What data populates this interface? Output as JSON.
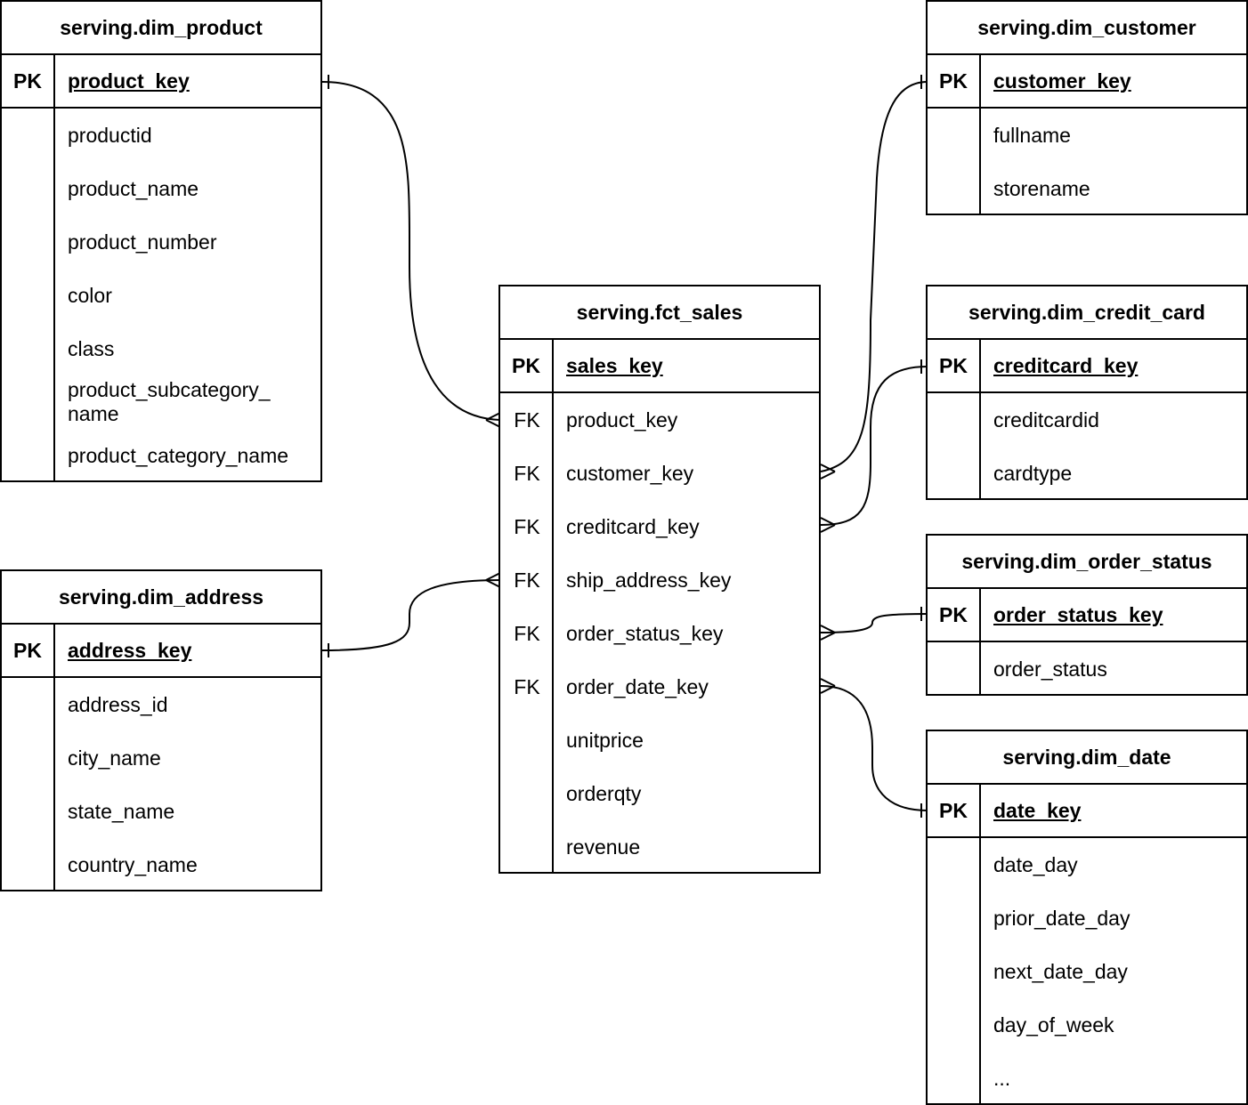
{
  "tables": {
    "dim_product": {
      "title": "serving.dim_product",
      "pk_marker": "PK",
      "pk": "product_key",
      "fields": [
        "productid",
        "product_name",
        "product_number",
        "color",
        "class",
        "product_subcategory_\nname",
        "product_category_name"
      ]
    },
    "dim_address": {
      "title": "serving.dim_address",
      "pk_marker": "PK",
      "pk": "address_key",
      "fields": [
        "address_id",
        "city_name",
        "state_name",
        "country_name"
      ]
    },
    "fct_sales": {
      "title": "serving.fct_sales",
      "pk_marker": "PK",
      "pk": "sales_key",
      "fk_marker": "FK",
      "fields": [
        "product_key",
        "customer_key",
        "creditcard_key",
        "ship_address_key",
        "order_status_key",
        "order_date_key",
        "unitprice",
        "orderqty",
        "revenue"
      ]
    },
    "dim_customer": {
      "title": "serving.dim_customer",
      "pk_marker": "PK",
      "pk": "customer_key",
      "fields": [
        "fullname",
        "storename"
      ]
    },
    "dim_credit_card": {
      "title": "serving.dim_credit_card",
      "pk_marker": "PK",
      "pk": "creditcard_key",
      "fields": [
        "creditcardid",
        "cardtype"
      ]
    },
    "dim_order_status": {
      "title": "serving.dim_order_status",
      "pk_marker": "PK",
      "pk": "order_status_key",
      "fields": [
        "order_status"
      ]
    },
    "dim_date": {
      "title": "serving.dim_date",
      "pk_marker": "PK",
      "pk": "date_key",
      "fields": [
        "date_day",
        "prior_date_day",
        "next_date_day",
        "day_of_week",
        "..."
      ]
    }
  },
  "relationships": [
    {
      "from": "fct_sales.product_key",
      "to": "dim_product.product_key",
      "cardinality": "many-to-one"
    },
    {
      "from": "fct_sales.customer_key",
      "to": "dim_customer.customer_key",
      "cardinality": "many-to-one"
    },
    {
      "from": "fct_sales.creditcard_key",
      "to": "dim_credit_card.creditcard_key",
      "cardinality": "many-to-one"
    },
    {
      "from": "fct_sales.ship_address_key",
      "to": "dim_address.address_key",
      "cardinality": "many-to-one"
    },
    {
      "from": "fct_sales.order_status_key",
      "to": "dim_order_status.order_status_key",
      "cardinality": "many-to-one"
    },
    {
      "from": "fct_sales.order_date_key",
      "to": "dim_date.date_key",
      "cardinality": "many-to-one"
    }
  ]
}
